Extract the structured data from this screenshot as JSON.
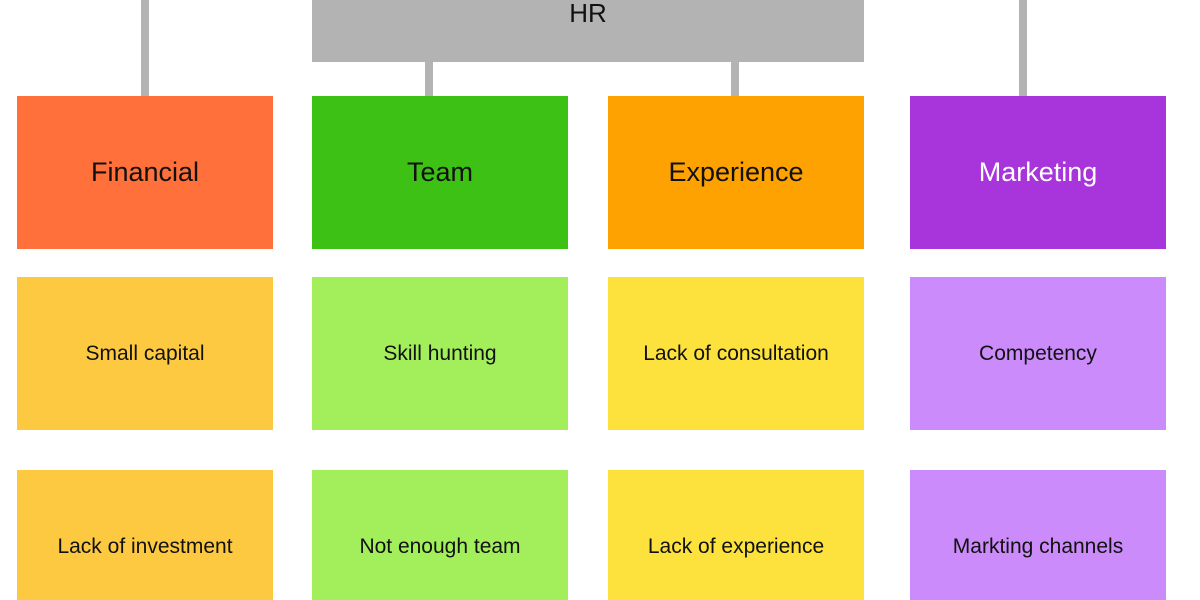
{
  "hr": {
    "label": "HR",
    "color": "#b3b3b3"
  },
  "categories": [
    {
      "label": "Financial",
      "color": "#ff703b",
      "text_color": "#111111",
      "item_color": "#fdc941",
      "items": [
        "Small capital",
        "Lack of investment"
      ]
    },
    {
      "label": "Team",
      "color": "#3ec115",
      "text_color": "#111111",
      "item_color": "#a3ee5b",
      "items": [
        "Skill hunting",
        "Not enough team"
      ]
    },
    {
      "label": "Experience",
      "color": "#fea201",
      "text_color": "#111111",
      "item_color": "#fde23d",
      "items": [
        "Lack of consultation",
        "Lack of experience"
      ]
    },
    {
      "label": "Marketing",
      "color": "#a835db",
      "text_color": "#ffffff",
      "item_color": "#cc8bfa",
      "items": [
        "Competency",
        "Markting channels"
      ]
    }
  ]
}
